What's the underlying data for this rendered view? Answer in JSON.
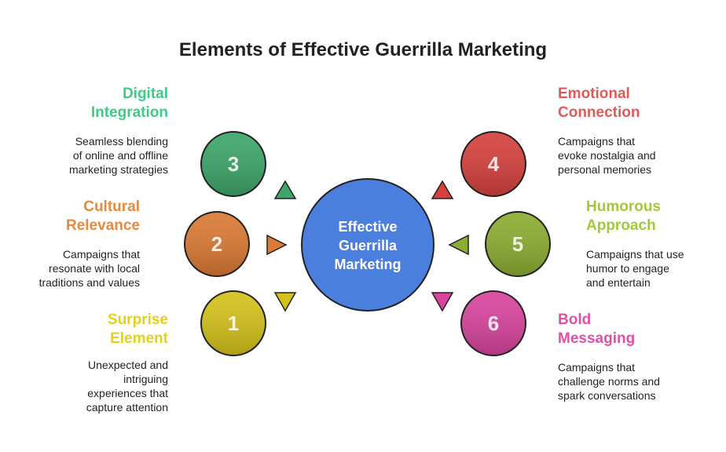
{
  "title": "Elements of Effective Guerrilla Marketing",
  "center": {
    "label": "Effective\nGuerrilla\nMarketing",
    "color": "#4A7FDD"
  },
  "elements": [
    {
      "number": "1",
      "heading": "Surprise\nElement",
      "description": "Unexpected and\nintriguing\nexperiences that\ncapture attention",
      "color": "#D4C21B"
    },
    {
      "number": "2",
      "heading": "Cultural\nRelevance",
      "description": "Campaigns that\nresonate with local\ntraditions and values",
      "color": "#DB7A35"
    },
    {
      "number": "3",
      "heading": "Digital\nIntegration",
      "description": "Seamless blending\nof online and offline\nmarketing strategies",
      "color": "#3DA669"
    },
    {
      "number": "4",
      "heading": "Emotional\nConnection",
      "description": "Campaigns that\nevoke nostalgia and\npersonal memories",
      "color": "#D6413E"
    },
    {
      "number": "5",
      "heading": "Humorous\nApproach",
      "description": "Campaigns that use\nhumor to engage\nand entertain",
      "color": "#8CAD31"
    },
    {
      "number": "6",
      "heading": "Bold\nMessaging",
      "description": "Campaigns that\nchallenge norms and\nspark conversations",
      "color": "#D9449E"
    }
  ],
  "heading_colors": {
    "1": "#E2D11E",
    "2": "#E8893D",
    "3": "#3ECC85",
    "4": "#E05A57",
    "5": "#A3C93A",
    "6": "#E050A6"
  }
}
